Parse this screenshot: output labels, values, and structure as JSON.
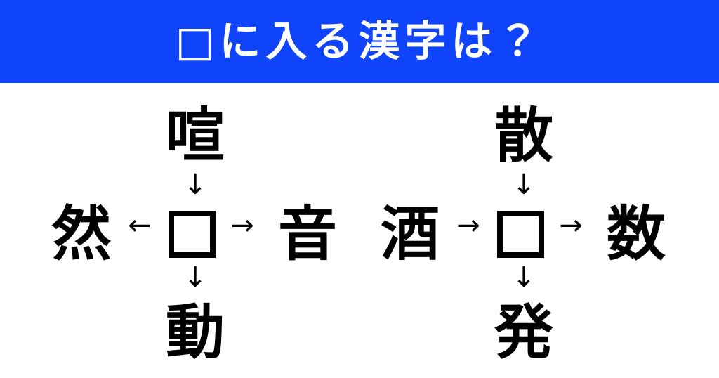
{
  "header": {
    "title": "□に入る漢字は？",
    "background_color": "#0f44fb",
    "text_color": "#ffffff"
  },
  "puzzle": {
    "answer_placeholder": "□",
    "groups": [
      {
        "id": "left",
        "top_kanji": "喧",
        "bottom_kanji": "動",
        "west_kanji": "然",
        "east_kanji": "音",
        "arrow_top": "↓",
        "arrow_bottom": "↓",
        "arrow_west": "←",
        "arrow_east": "→"
      },
      {
        "id": "right",
        "top_kanji": "散",
        "bottom_kanji": "発",
        "west_kanji": "酒",
        "east_kanji": "数",
        "arrow_top": "↓",
        "arrow_bottom": "↓",
        "arrow_west": "→",
        "arrow_east": "→"
      }
    ]
  },
  "colors": {
    "accent": "#0f44fb",
    "ink": "#000000",
    "background": "#ffffff"
  }
}
